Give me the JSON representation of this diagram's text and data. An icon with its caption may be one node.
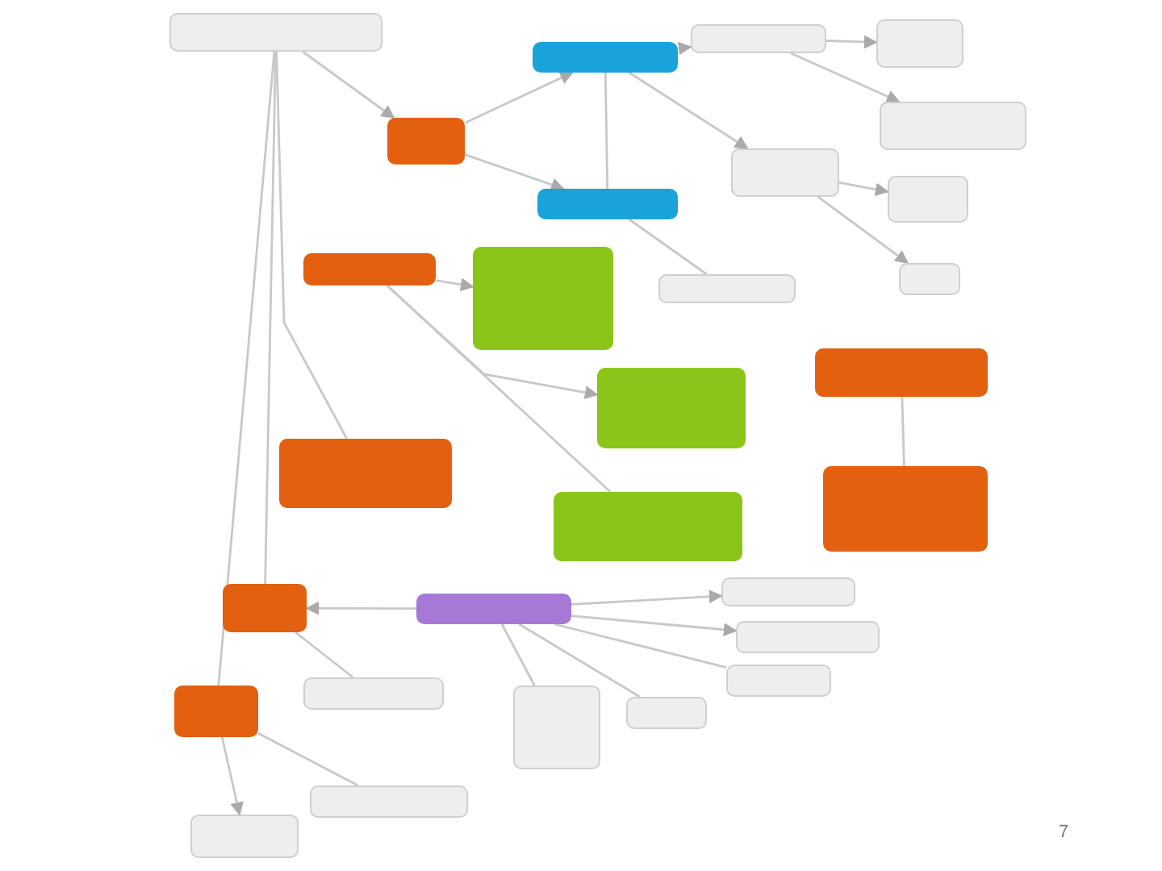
{
  "diagram": {
    "nodes": [
      {
        "text": [],
        "shape": "box"
      },
      {
        "text": [],
        "shape": "box"
      },
      {
        "text": [],
        "shape": "box"
      },
      {
        "text": [],
        "shape": "box"
      },
      {
        "text": [],
        "shape": "box"
      },
      {
        "text": [],
        "shape": "box"
      },
      {
        "text": [],
        "shape": "box"
      },
      {
        "text": [],
        "shape": "box"
      },
      {
        "text": [],
        "shape": "box"
      },
      {
        "text": [],
        "shape": "box"
      },
      {
        "text": [],
        "shape": "box"
      },
      {
        "text": [],
        "shape": "box"
      },
      {
        "text": [],
        "shape": "box"
      },
      {
        "text": [],
        "shape": "box"
      },
      {
        "text": [],
        "shape": "box"
      },
      {
        "text": [],
        "shape": "box"
      },
      {
        "text": [],
        "shape": "box"
      },
      {
        "text": [],
        "shape": "box"
      },
      {
        "text": [],
        "shape": "box"
      },
      {
        "text": [],
        "shape": "box"
      },
      {
        "text": [],
        "shape": "box"
      },
      {
        "text": [],
        "shape": "box"
      },
      {
        "text": [],
        "shape": "box"
      },
      {
        "text": [],
        "shape": "box"
      },
      {
        "text": [],
        "shape": "box"
      },
      {
        "text": [],
        "shape": "box"
      },
      {
        "text": [],
        "shape": "box"
      },
      {
        "text": [],
        "shape": "box"
      },
      {
        "text": [],
        "shape": "box"
      }
    ],
    "edges": [
      {
        "from": 0,
        "to": 1,
        "arrow": "to"
      },
      {
        "from": 0,
        "to": 15,
        "arrow": "none"
      },
      {
        "from": 0,
        "to": 18,
        "arrow": "none"
      },
      {
        "from": 0,
        "to": 27,
        "arrow": "none"
      },
      {
        "from": 1,
        "to": 2,
        "arrow": "to"
      },
      {
        "from": 1,
        "to": 3,
        "arrow": "to"
      },
      {
        "from": 2,
        "to": 3,
        "arrow": "none"
      },
      {
        "from": 2,
        "to": 4,
        "arrow": "to"
      },
      {
        "from": 2,
        "to": 7,
        "arrow": "to"
      },
      {
        "from": 4,
        "to": 5,
        "arrow": "to"
      },
      {
        "from": 4,
        "to": 6,
        "arrow": "to"
      },
      {
        "from": 7,
        "to": 8,
        "arrow": "to"
      },
      {
        "from": 7,
        "to": 9,
        "arrow": "to"
      },
      {
        "from": 3,
        "to": 12,
        "arrow": "none"
      },
      {
        "from": 10,
        "to": 11,
        "arrow": "to"
      },
      {
        "from": 10,
        "to": 13,
        "arrow": "to"
      },
      {
        "from": 10,
        "to": 16,
        "arrow": "none"
      },
      {
        "from": 14,
        "to": 17,
        "arrow": "none"
      },
      {
        "from": 19,
        "to": 18,
        "arrow": "to"
      },
      {
        "from": 18,
        "to": 23,
        "arrow": "none"
      },
      {
        "from": 19,
        "to": 20,
        "arrow": "to"
      },
      {
        "from": 19,
        "to": 21,
        "arrow": "to"
      },
      {
        "from": 19,
        "to": 22,
        "arrow": "none"
      },
      {
        "from": 19,
        "to": 24,
        "arrow": "none"
      },
      {
        "from": 19,
        "to": 25,
        "arrow": "none"
      },
      {
        "from": 27,
        "to": 26,
        "arrow": "none"
      },
      {
        "from": 27,
        "to": 28,
        "arrow": "to"
      }
    ],
    "labels": [
      "7"
    ]
  }
}
